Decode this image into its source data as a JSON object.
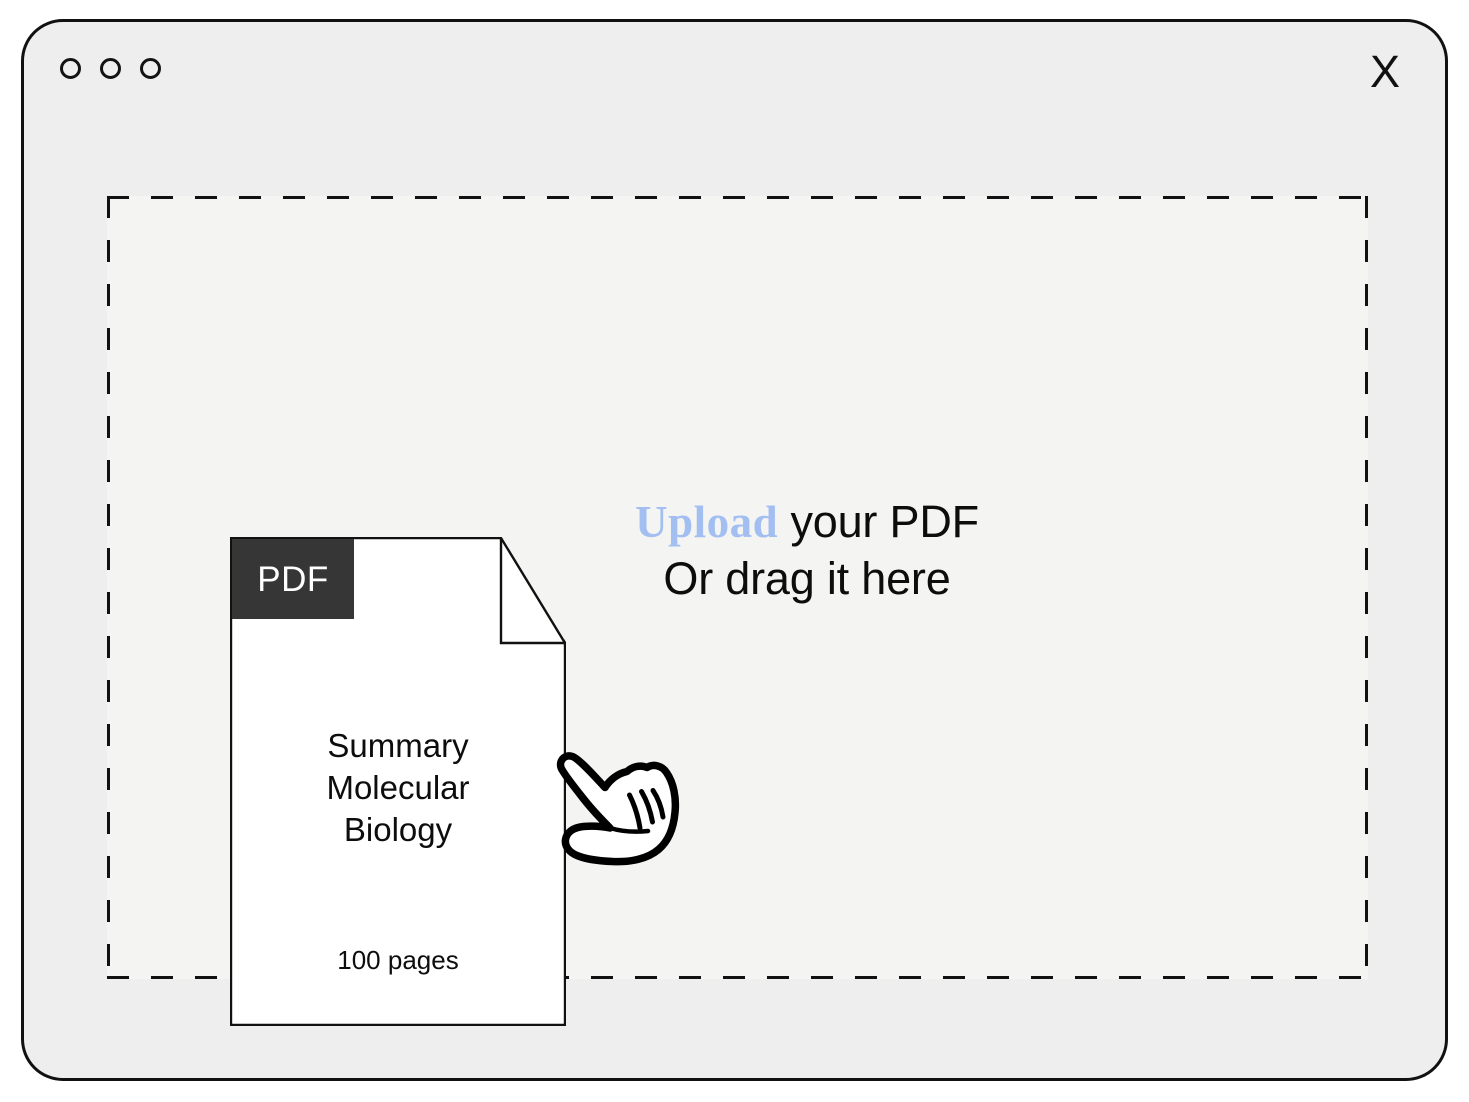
{
  "window": {
    "background_color": "#eeeeee",
    "border_color": "#111111",
    "controls": {
      "dots": [
        "window-dot-1",
        "window-dot-2",
        "window-dot-3"
      ],
      "close_label": "X",
      "close_icon": "close-x-icon"
    }
  },
  "dropzone": {
    "background_color": "#f4f4f2",
    "border_style": "dashed",
    "prompt": {
      "line1_highlight": "Upload",
      "line1_rest": " your PDF",
      "line2": "Or drag it here",
      "highlight_color": "#a3bff2",
      "text_color": "#0d0d0d"
    }
  },
  "pdf_document": {
    "badge_label": "PDF",
    "badge_color": "#363636",
    "badge_text_color": "#ffffff",
    "title_lines": [
      "Summary",
      "Molecular",
      "Biology"
    ],
    "title_text": "Summary\nMolecular\nBiology",
    "page_count_label": "100 pages",
    "page_color": "#ffffff",
    "outline_color": "#111111"
  },
  "cursor": {
    "icon": "pointing-hand-icon",
    "fill": "#ffffff",
    "stroke": "#000000"
  }
}
